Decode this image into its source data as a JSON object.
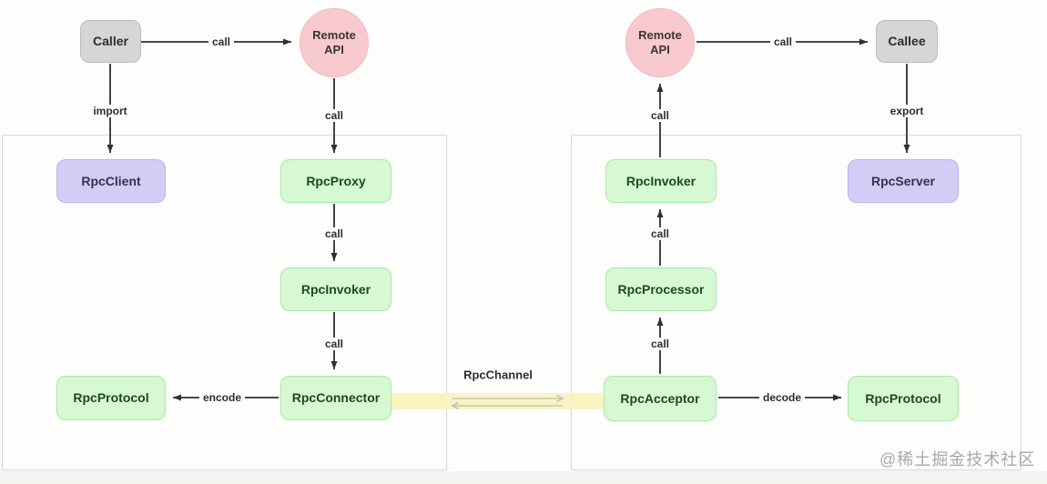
{
  "diagram": {
    "client_box": {
      "caller": "Caller",
      "remote_api": "Remote API",
      "rpc_client": "RpcClient",
      "rpc_proxy": "RpcProxy",
      "rpc_invoker": "RpcInvoker",
      "rpc_connector": "RpcConnector",
      "rpc_protocol": "RpcProtocol"
    },
    "server_box": {
      "remote_api": "Remote API",
      "callee": "Callee",
      "rpc_server": "RpcServer",
      "rpc_invoker": "RpcInvoker",
      "rpc_processor": "RpcProcessor",
      "rpc_acceptor": "RpcAcceptor",
      "rpc_protocol": "RpcProtocol"
    },
    "edge_labels": {
      "call": "call",
      "import": "import",
      "export": "export",
      "encode": "encode",
      "decode": "decode",
      "channel": "RpcChannel"
    },
    "colors": {
      "node_gray": "#d6d6d6",
      "node_pink": "#f8c9ce",
      "node_purple": "#d4ccf5",
      "node_green": "#d6f8d2",
      "channel_yellow": "#f8f4c2",
      "arrow": "#2f2f2f",
      "container_border": "#d9d8d6"
    },
    "watermark": "@稀土掘金技术社区"
  }
}
